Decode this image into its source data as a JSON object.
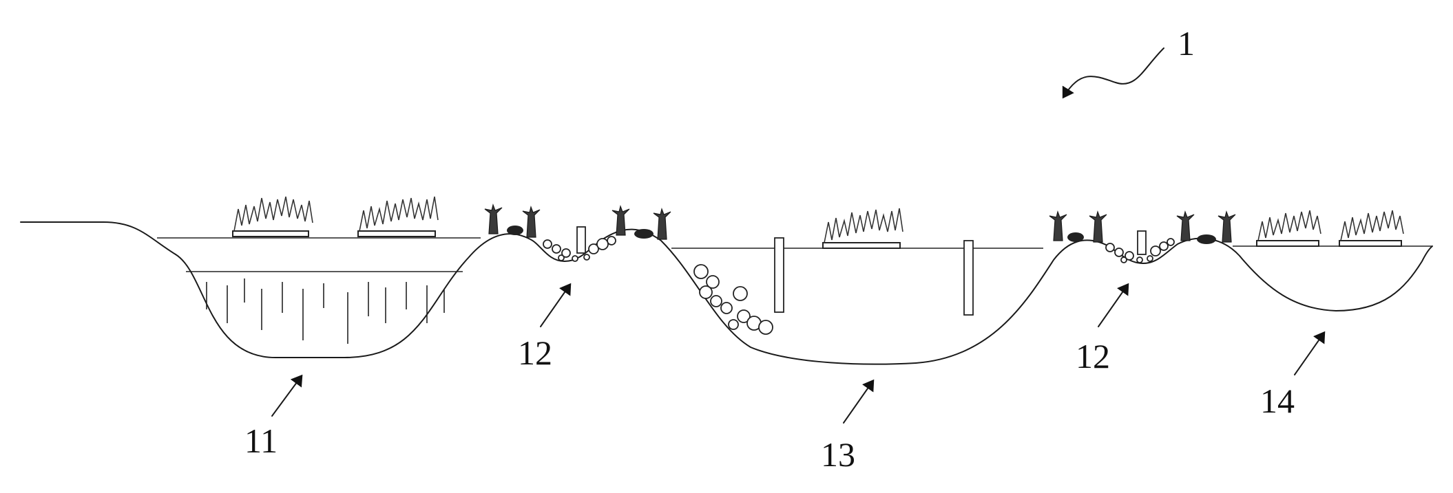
{
  "figure": {
    "labels": {
      "system": "1",
      "basin_a": "11",
      "trench_left": "12",
      "basin_b": "13",
      "trench_right": "12",
      "basin_c": "14"
    }
  }
}
